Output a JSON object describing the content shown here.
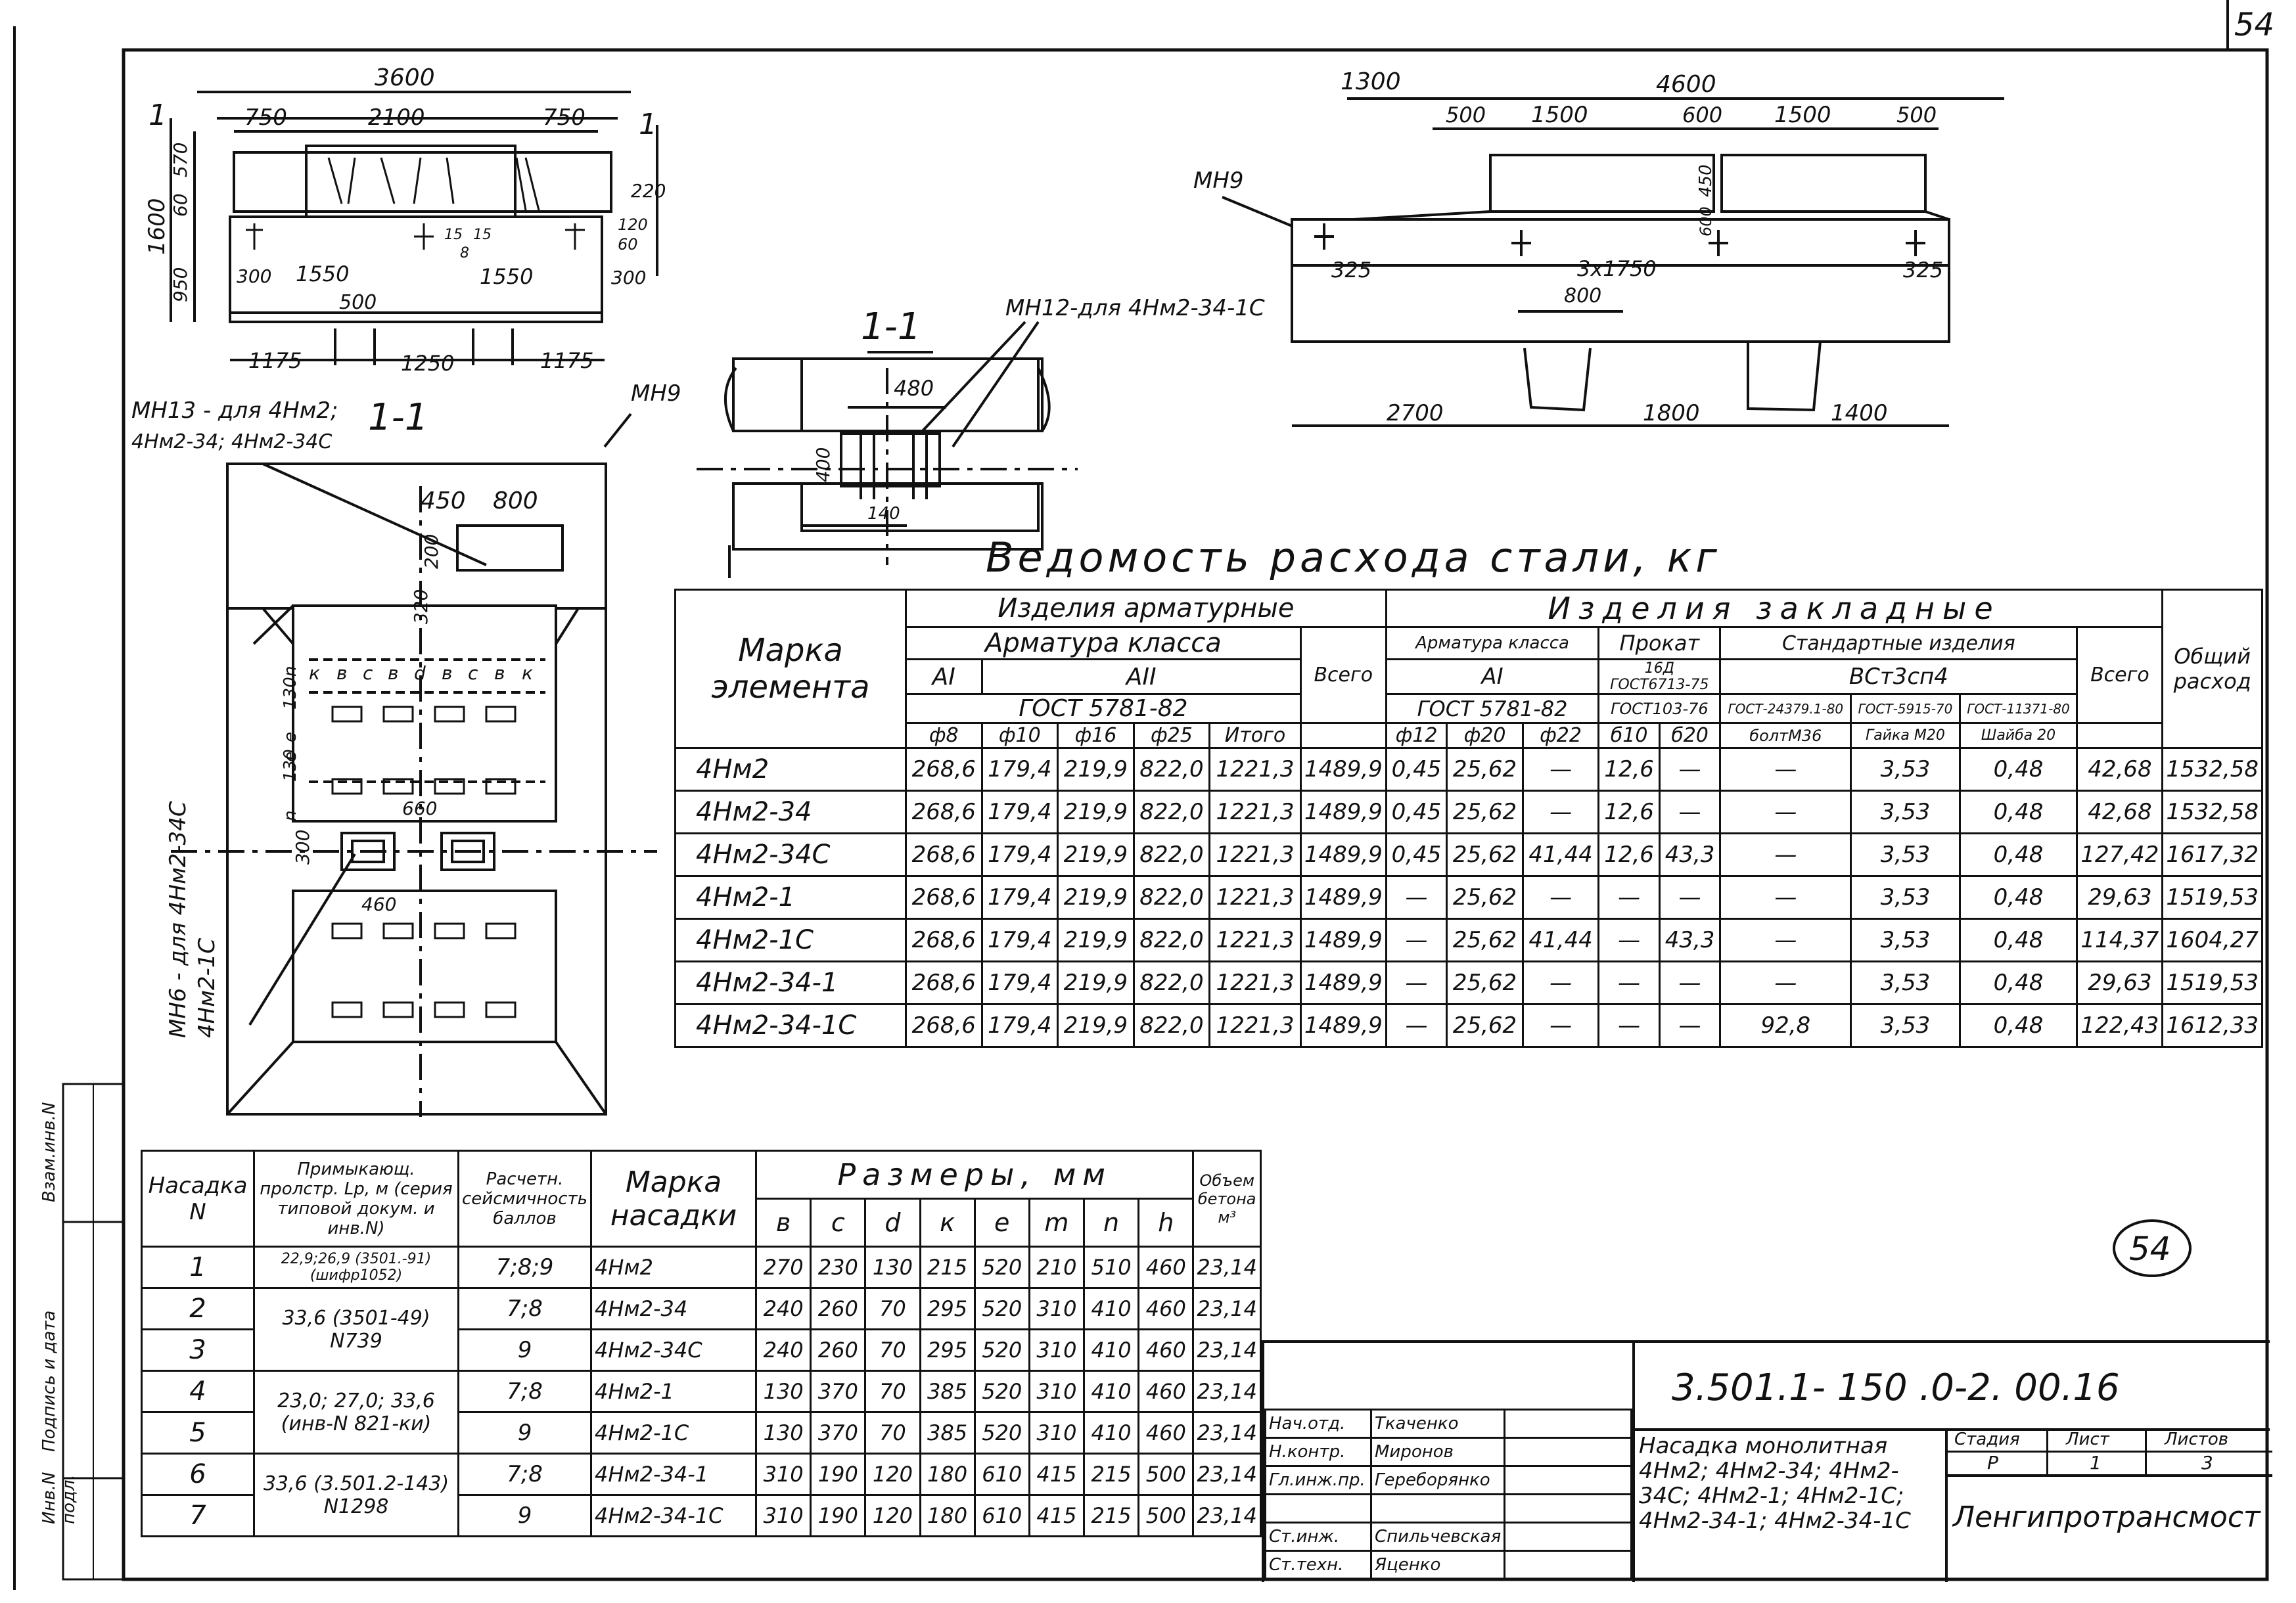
{
  "sheet": {
    "page_number": "54",
    "circled_number": "54",
    "side_labels": [
      "Инв.N подл.",
      "Подпись и дата",
      "Взам.инв.N"
    ]
  },
  "drawing_elevation_left": {
    "dims_top": [
      "3600",
      "750",
      "2100",
      "750"
    ],
    "dims_left": [
      "1600",
      "570",
      "60",
      "950"
    ],
    "dims_right": [
      "220",
      "120",
      "60",
      "300"
    ],
    "dims_mid": [
      "300",
      "1550",
      "1550",
      "15",
      "15",
      "8",
      "500"
    ],
    "dims_bottom": [
      "1175",
      "1250",
      "1175"
    ],
    "cut_marks": [
      "1",
      "1"
    ]
  },
  "drawing_plan": {
    "label_top": "МН13 - для 4Нм2;",
    "label_top_2": "4Нм2-34; 4Нм2-34С",
    "section_label": "1-1",
    "label_mh9": "МН9",
    "dims": [
      "450",
      "800",
      "200",
      "320",
      "660",
      "460",
      "300",
      "130",
      "130",
      "n",
      "n",
      "e",
      "e"
    ],
    "bar_labels": [
      "к",
      "в",
      "с",
      "в",
      "d",
      "в",
      "с",
      "в",
      "к"
    ],
    "side_label": "МН6 - для 4Нм2-34С",
    "side_label_2": "4Нм2-1С"
  },
  "drawing_section": {
    "section_label": "1-1",
    "callout": "МН12-для 4Нм2-34-1С",
    "dims": [
      "480",
      "400",
      "140"
    ]
  },
  "drawing_elevation_right": {
    "label_mh9": "МН9",
    "dims_top": [
      "1300",
      "4600",
      "500",
      "1500",
      "600",
      "1500",
      "500"
    ],
    "dims_mid": [
      "450",
      "600",
      "325",
      "3x1750",
      "325",
      "800"
    ],
    "dims_bottom": [
      "2700",
      "1800",
      "1400"
    ]
  },
  "steel_table": {
    "title": "Ведомость расхода стали, кг",
    "headers": {
      "mark": "Марка элемента",
      "reinf_group": "Изделия арматурные",
      "reinf_class": "Арматура класса",
      "ai": "АI",
      "aii": "АII",
      "gost_reinf": "ГОСТ 5781-82",
      "total": "Всего",
      "embed_group": "Изделия закладные",
      "embed_reinf": "Арматура класса",
      "embed_ai": "АI",
      "embed_gost": "ГОСТ 5781-82",
      "prokat": "Прокат",
      "prokat_16d": "16Д",
      "prokat_gost1": "ГОСТ6713-75",
      "prokat_gost2": "ГОСТ103-76",
      "std": "Стандартные изделия",
      "std_steel": "ВСт3сп4",
      "std_g1": "ГОСТ-24379.1-80",
      "std_g2": "ГОСТ-5915-70",
      "std_g3": "ГОСТ-11371-80",
      "embed_total": "Всего",
      "overall": "Общий расход"
    },
    "subheaders": [
      "ф8",
      "ф10",
      "ф16",
      "ф25",
      "Итого",
      "ф12",
      "ф20",
      "ф22",
      "б10",
      "б20",
      "болтМ36",
      "Гайка М20",
      "Шайба 20"
    ],
    "rows": [
      [
        "4Нм2",
        "268,6",
        "179,4",
        "219,9",
        "822,0",
        "1221,3",
        "1489,9",
        "0,45",
        "25,62",
        "—",
        "12,6",
        "—",
        "—",
        "3,53",
        "0,48",
        "42,68",
        "1532,58"
      ],
      [
        "4Нм2-34",
        "268,6",
        "179,4",
        "219,9",
        "822,0",
        "1221,3",
        "1489,9",
        "0,45",
        "25,62",
        "—",
        "12,6",
        "—",
        "—",
        "3,53",
        "0,48",
        "42,68",
        "1532,58"
      ],
      [
        "4Нм2-34С",
        "268,6",
        "179,4",
        "219,9",
        "822,0",
        "1221,3",
        "1489,9",
        "0,45",
        "25,62",
        "41,44",
        "12,6",
        "43,3",
        "—",
        "3,53",
        "0,48",
        "127,42",
        "1617,32"
      ],
      [
        "4Нм2-1",
        "268,6",
        "179,4",
        "219,9",
        "822,0",
        "1221,3",
        "1489,9",
        "—",
        "25,62",
        "—",
        "—",
        "—",
        "—",
        "3,53",
        "0,48",
        "29,63",
        "1519,53"
      ],
      [
        "4Нм2-1С",
        "268,6",
        "179,4",
        "219,9",
        "822,0",
        "1221,3",
        "1489,9",
        "—",
        "25,62",
        "41,44",
        "—",
        "43,3",
        "—",
        "3,53",
        "0,48",
        "114,37",
        "1604,27"
      ],
      [
        "4Нм2-34-1",
        "268,6",
        "179,4",
        "219,9",
        "822,0",
        "1221,3",
        "1489,9",
        "—",
        "25,62",
        "—",
        "—",
        "—",
        "—",
        "3,53",
        "0,48",
        "29,63",
        "1519,53"
      ],
      [
        "4Нм2-34-1С",
        "268,6",
        "179,4",
        "219,9",
        "822,0",
        "1221,3",
        "1489,9",
        "—",
        "25,62",
        "—",
        "—",
        "—",
        "92,8",
        "3,53",
        "0,48",
        "122,43",
        "1612,33"
      ]
    ]
  },
  "nasadka_table": {
    "headers": {
      "n": "Насадка N",
      "span": "Примыкающ. пролстр. Lр, м (серия типовой докум. и инв.N)",
      "seism": "Расчетн. сейсмичность баллов",
      "mark": "Марка насадки",
      "sizes": "Размеры, мм",
      "volume": "Объем бетона м³"
    },
    "size_cols": [
      "в",
      "с",
      "d",
      "к",
      "е",
      "m",
      "n",
      "h"
    ],
    "rows": [
      {
        "n": "1",
        "span": "22,9;26,9 (3501.-91) (шифр1052)",
        "seism": "7;8;9",
        "mark": "4Нм2",
        "vals": [
          "270",
          "230",
          "130",
          "215",
          "520",
          "210",
          "510",
          "460"
        ],
        "vol": "23,14"
      },
      {
        "n": "2",
        "span": "33,6 (3501-49) N739",
        "seism": "7;8",
        "mark": "4Нм2-34",
        "vals": [
          "240",
          "260",
          "70",
          "295",
          "520",
          "310",
          "410",
          "460"
        ],
        "vol": "23,14"
      },
      {
        "n": "3",
        "span": "",
        "seism": "9",
        "mark": "4Нм2-34С",
        "vals": [
          "240",
          "260",
          "70",
          "295",
          "520",
          "310",
          "410",
          "460"
        ],
        "vol": "23,14"
      },
      {
        "n": "4",
        "span": "23,0; 27,0; 33,6 (инв-N 821-ки)",
        "seism": "7;8",
        "mark": "4Нм2-1",
        "vals": [
          "130",
          "370",
          "70",
          "385",
          "520",
          "310",
          "410",
          "460"
        ],
        "vol": "23,14"
      },
      {
        "n": "5",
        "span": "",
        "seism": "9",
        "mark": "4Нм2-1С",
        "vals": [
          "130",
          "370",
          "70",
          "385",
          "520",
          "310",
          "410",
          "460"
        ],
        "vol": "23,14"
      },
      {
        "n": "6",
        "span": "33,6 (3.501.2-143) N1298",
        "seism": "7;8",
        "mark": "4Нм2-34-1",
        "vals": [
          "310",
          "190",
          "120",
          "180",
          "610",
          "415",
          "215",
          "500"
        ],
        "vol": "23,14"
      },
      {
        "n": "7",
        "span": "",
        "seism": "9",
        "mark": "4Нм2-34-1С",
        "vals": [
          "310",
          "190",
          "120",
          "180",
          "610",
          "415",
          "215",
          "500"
        ],
        "vol": "23,14"
      }
    ]
  },
  "stamp": {
    "code": "3.501.1- 150 .0-2. 00.16",
    "people": [
      {
        "role": "Нач.отд.",
        "name": "Ткаченко"
      },
      {
        "role": "Н.контр.",
        "name": "Миронов"
      },
      {
        "role": "Гл.инж.пр.",
        "name": "Гереборянко"
      },
      {
        "role": "",
        "name": ""
      },
      {
        "role": "Ст.инж.",
        "name": "Спильчевская"
      },
      {
        "role": "Ст.техн.",
        "name": "Яценко"
      }
    ],
    "title": "Насадка монолитная 4Нм2; 4Нм2-34; 4Нм2-34С; 4Нм2-1; 4Нм2-1С; 4Нм2-34-1; 4Нм2-34-1С",
    "stage_label": "Стадия",
    "sheet_label": "Лист",
    "sheets_label": "Листов",
    "stage": "Р",
    "sheet": "1",
    "sheets": "3",
    "org": "Ленгипротрансмост"
  }
}
